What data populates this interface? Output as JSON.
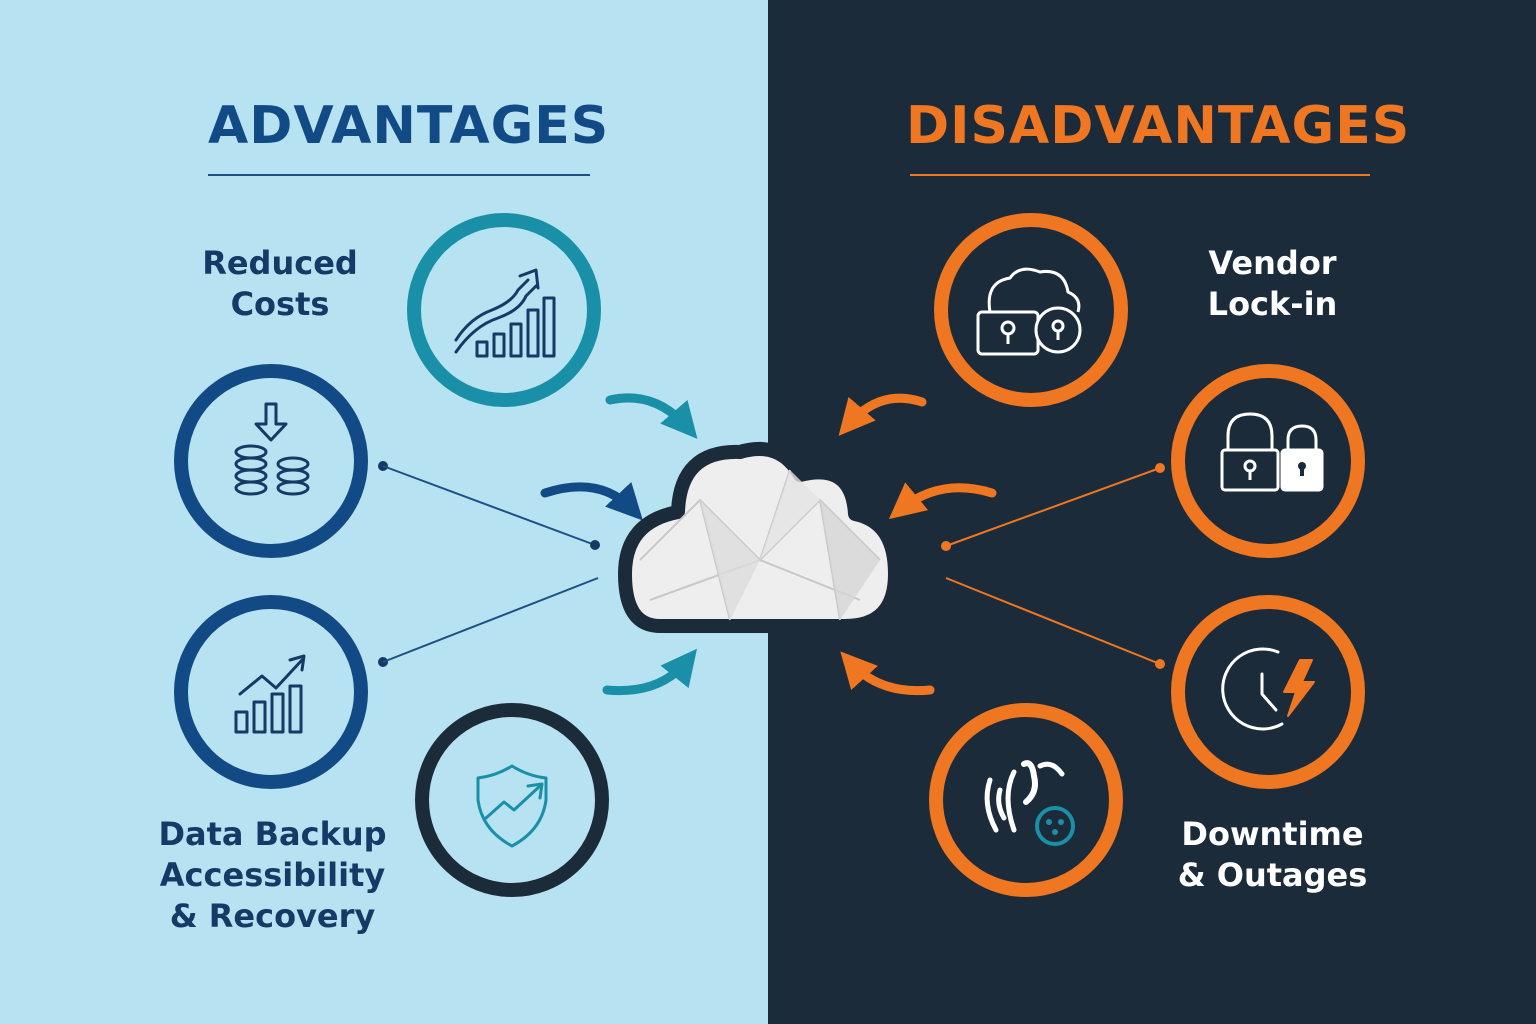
{
  "advantages": {
    "heading": "ADVANTAGES",
    "labels": {
      "reduced_costs": [
        "Reduced",
        "Costs"
      ],
      "data_backup": [
        "Data Backup",
        "Accessibility",
        "& Recovery"
      ]
    },
    "icons": [
      "growth-chart-icon",
      "coins-down-icon",
      "bar-chart-up-icon",
      "shield-trend-icon"
    ]
  },
  "disadvantages": {
    "heading": "DISADVANTAGES",
    "labels": {
      "vendor_lock_in": [
        "Vendor",
        "Lock-in"
      ],
      "downtime": [
        "Downtime",
        "& Outages"
      ]
    },
    "icons": [
      "cloud-locks-icon",
      "padlocks-icon",
      "clock-lightning-icon",
      "broken-signal-icon"
    ]
  },
  "center": {
    "icon": "cloud-icon"
  },
  "colors": {
    "advantages_bg": "#b6e2f2",
    "disadvantages_bg": "#1c2b3a",
    "advantages_accent": "#124a86",
    "teal_accent": "#1a8fa8",
    "disadvantages_accent": "#f07722"
  }
}
